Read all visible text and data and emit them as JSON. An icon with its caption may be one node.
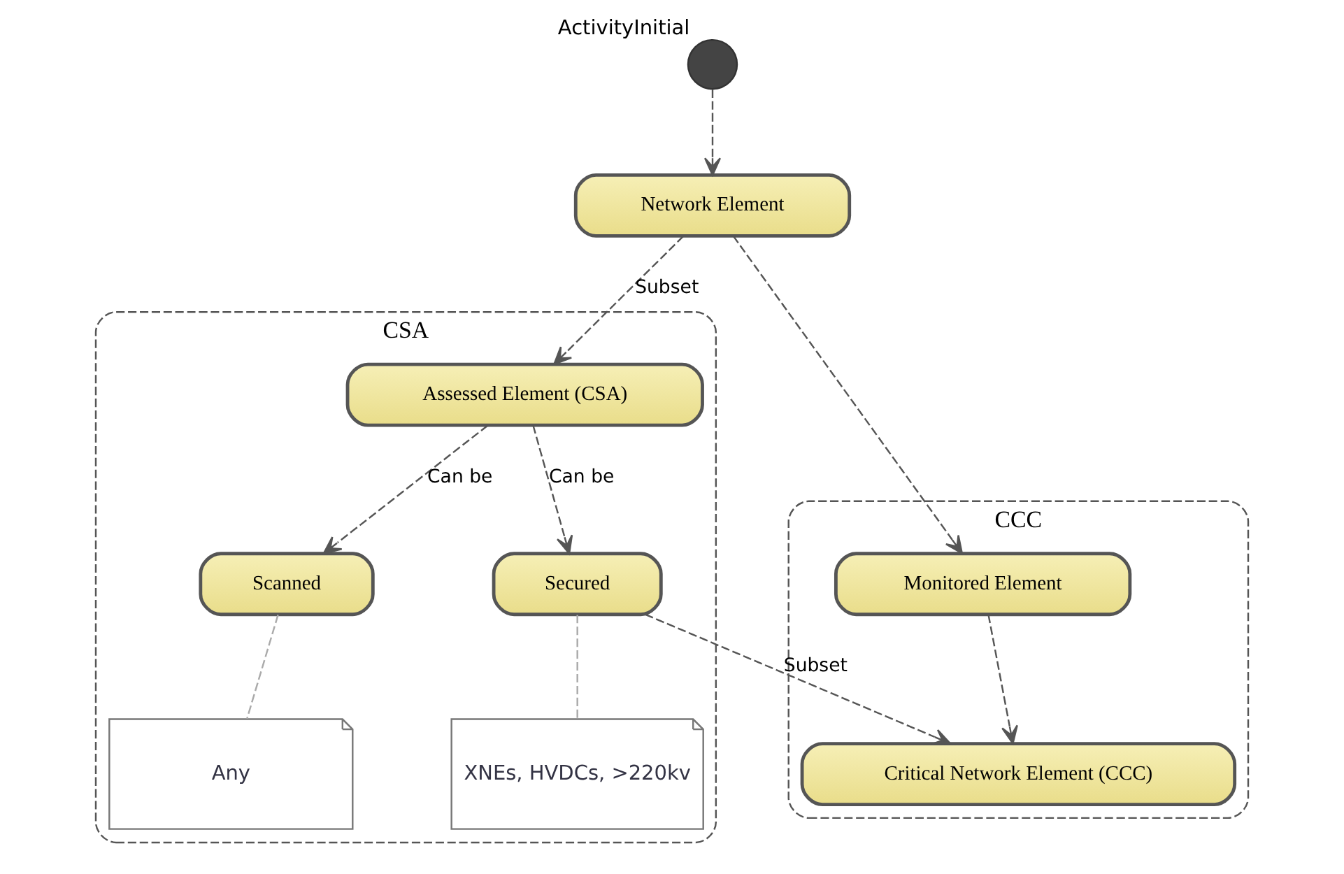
{
  "diagram": {
    "nodes": [
      {
        "text": [
          "CCC"
        ]
      },
      {
        "text": [
          "Monitored Element"
        ],
        "in": 0
      },
      {
        "text": [
          "Critical Network Element (CCC)"
        ],
        "in": 0
      },
      {
        "text": [],
        "shape": "circle",
        "beside": [
          "ActivityInitial"
        ]
      },
      {
        "text": [
          "Network Element"
        ]
      },
      {
        "text": [
          "CSA"
        ]
      },
      {
        "text": [
          "Assessed Element (CSA)"
        ],
        "in": 5
      },
      {
        "text": [
          "Secured"
        ],
        "in": 5
      },
      {
        "text": [
          "Scanned"
        ],
        "in": 5
      },
      {
        "text": [
          "XNEs, HVDCs, >220kv"
        ],
        "in": 5
      },
      {
        "text": [
          "Any"
        ],
        "in": 5
      }
    ],
    "edges": [
      {
        "from": 3,
        "to": 4,
        "arrow": "to",
        "style": "dashed"
      },
      {
        "from": 4,
        "to": 1,
        "arrow": "to",
        "style": "dashed"
      },
      {
        "from": 1,
        "to": 2,
        "arrow": "to",
        "style": "dashed"
      },
      {
        "from": 4,
        "to": 6,
        "arrow": "to",
        "style": "dashed",
        "label": "Subset"
      },
      {
        "from": 6,
        "to": 7,
        "arrow": "to",
        "style": "dashed",
        "label": "Can be"
      },
      {
        "from": 6,
        "to": 8,
        "arrow": "to",
        "style": "dashed",
        "label": "Can be"
      },
      {
        "from": 7,
        "to": 2,
        "arrow": "to",
        "style": "dashed",
        "label": "Subset"
      },
      {
        "from": 7,
        "to": 9,
        "arrow": "none",
        "style": "dashed",
        "color": "#aaaaaa"
      },
      {
        "from": 8,
        "to": 10,
        "arrow": "none",
        "style": "dashed",
        "color": "#aaaaaa"
      }
    ]
  }
}
